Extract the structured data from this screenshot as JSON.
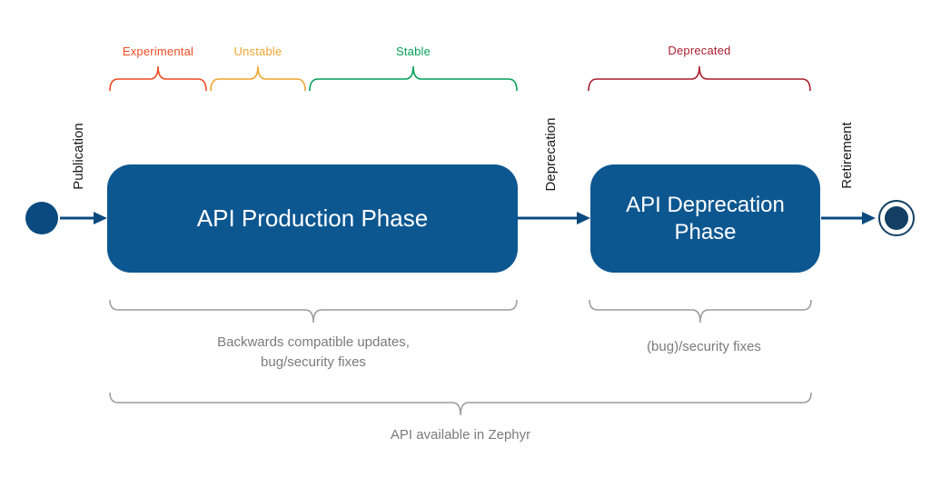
{
  "colors": {
    "experimental": "#ee4b23",
    "unstable": "#f0a431",
    "stable": "#00a15a",
    "deprecated": "#ab1f2e",
    "phase_fill": "#0d5791",
    "arrow": "#0a4a80",
    "end_state": "#123f63",
    "brace": "#9b9b9b",
    "note_text": "#7b7b7b",
    "transition_text": "#1a1a1a"
  },
  "stages": [
    {
      "id": "experimental",
      "label": "Experimental"
    },
    {
      "id": "unstable",
      "label": "Unstable"
    },
    {
      "id": "stable",
      "label": "Stable"
    },
    {
      "id": "deprecated",
      "label": "Deprecated"
    }
  ],
  "transitions": [
    {
      "label": "Publication"
    },
    {
      "label": "Deprecation"
    },
    {
      "label": "Retirement"
    }
  ],
  "phases": [
    {
      "label": "API Production Phase"
    },
    {
      "label": "API Deprecation Phase"
    }
  ],
  "notes": [
    {
      "lines": [
        "Backwards compatible updates,",
        "bug/security fixes"
      ]
    },
    {
      "lines": [
        "(bug)/security fixes"
      ]
    },
    {
      "lines": [
        "API available in Zephyr"
      ]
    }
  ]
}
